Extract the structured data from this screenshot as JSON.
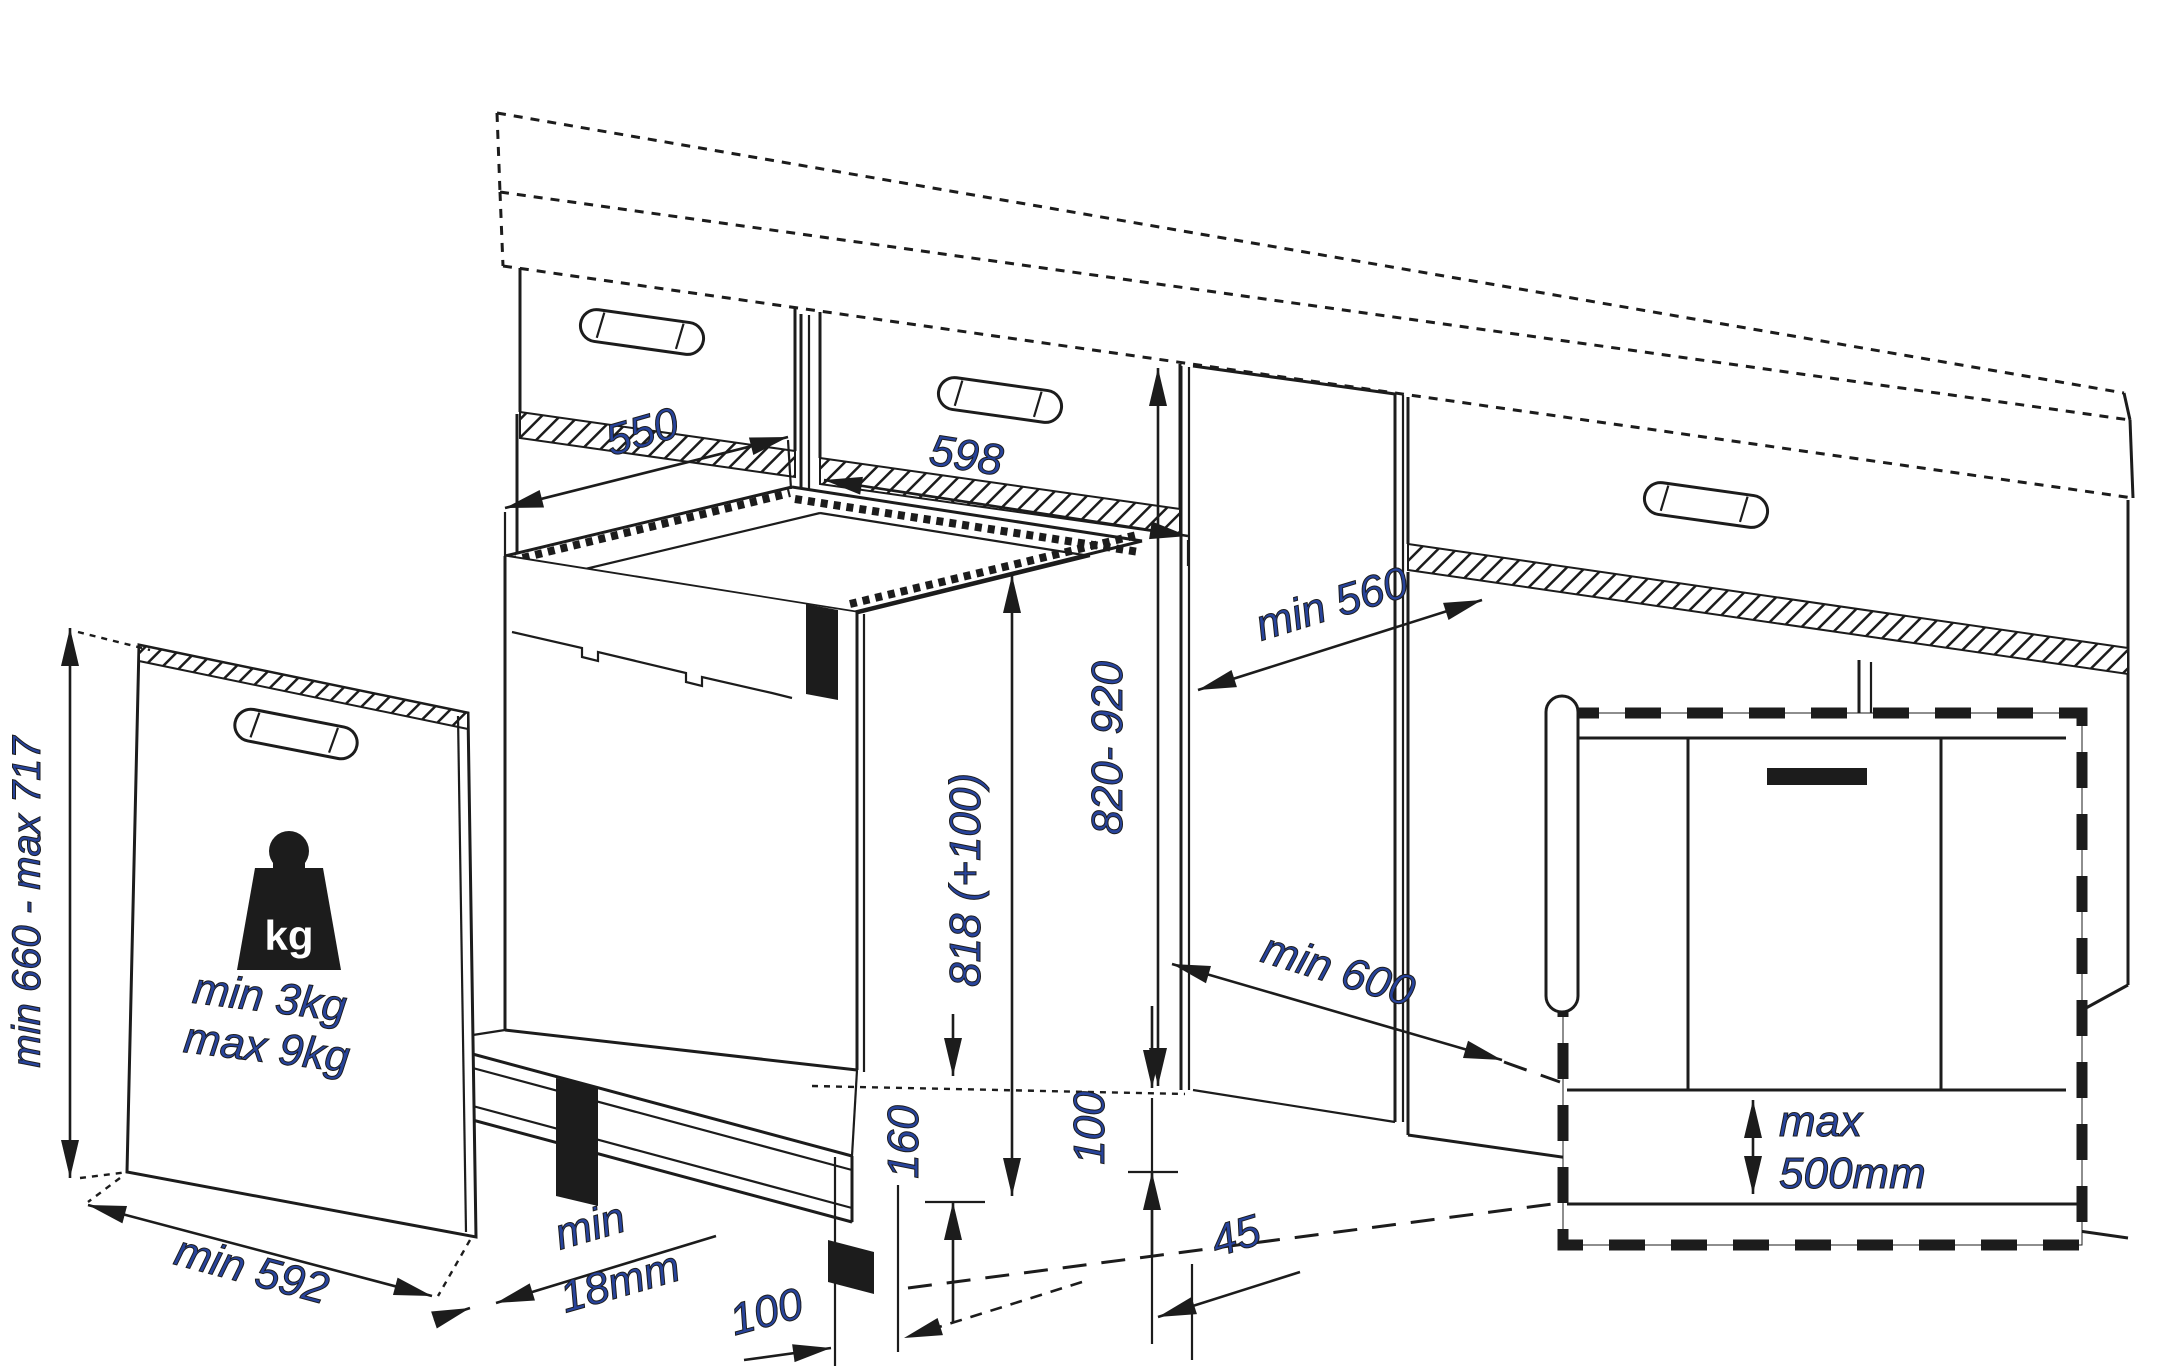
{
  "colors": {
    "line": "#1c1c1c",
    "label": "#27439b",
    "background": "#ffffff"
  },
  "diagram": {
    "type": "appliance-installation-dimension-drawing",
    "subject": "built-in dishwasher under kitchen counter",
    "units": "mm"
  },
  "labels": {
    "depth_550": "550",
    "width_598": "598",
    "niche_depth": "min 560",
    "niche_height": "820- 920",
    "appliance_height": "818 (+100)",
    "front_clearance": "min 600",
    "plinth_height": "160",
    "plinth_recess": "100",
    "rear_adjust": "100",
    "foot_height": "45",
    "door_height_range": "min 660 - max 717",
    "door_width": "min 592",
    "door_thickness_min": "min",
    "door_thickness_value": "18mm",
    "weight_unit": "kg",
    "weight_min": "min 3kg",
    "weight_max": "max 9kg",
    "hose_clearance_max": "max",
    "hose_clearance_value": "500mm"
  }
}
